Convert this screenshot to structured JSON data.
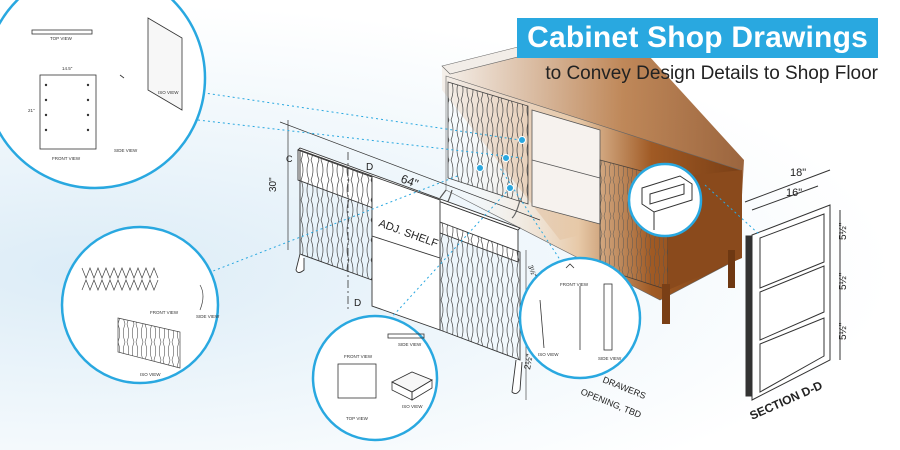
{
  "banner": {
    "title": "Cabinet Shop Drawings",
    "subtitle": "to Convey Design Details to Shop Floor"
  },
  "drawing": {
    "dim_overall_width": "64\"",
    "dim_height": "30\"",
    "section_marker_top": "D",
    "section_marker_bottom": "D",
    "label_shelf": "ADJ. SHELF",
    "label_drawers": "DRAWERS",
    "label_opening": "OPENING, TBD",
    "dim_leg": "2½\"",
    "dim_left_c": "C",
    "dim_ref": "3½\"",
    "section": {
      "title": "SECTION D-D",
      "dim_outer": "18\"",
      "dim_inner": "16\"",
      "dim_row1": "5½\"",
      "dim_row2": "5½\"",
      "dim_row3": "5½\""
    }
  },
  "detail_views": {
    "top_left": {
      "top_view": "TOP VIEW",
      "front_view": "FRONT VIEW",
      "side_view": "SIDE VIEW",
      "iso_view": "ISO VIEW",
      "dim_width": "14.5\"",
      "dim_height": "21\""
    },
    "left_middle": {
      "front_view": "FRONT VIEW",
      "side_view": "SIDE VIEW",
      "iso_view": "ISO VIEW"
    },
    "bottom_center": {
      "front_view": "FRONT VIEW",
      "side_view": "SIDE VIEW",
      "top_view": "TOP VIEW",
      "iso_view": "ISO VIEW"
    },
    "right_middle": {
      "front_view": "FRONT VIEW",
      "side_view": "SIDE VIEW",
      "iso_view": "ISO VIEW"
    }
  },
  "colors": {
    "accent": "#29a8e0",
    "wood": "#8a4a1c",
    "line": "#333333"
  }
}
